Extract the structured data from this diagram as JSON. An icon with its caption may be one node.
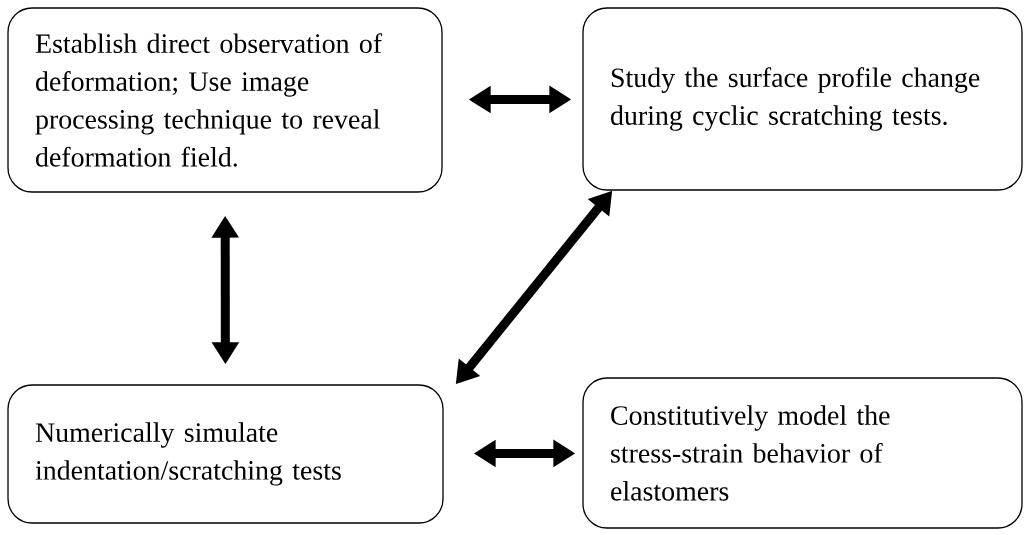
{
  "diagram": {
    "nodes": [
      {
        "text": [
          "Establish direct observation of deformation; Use image processing technique to reveal deformation field."
        ]
      },
      {
        "text": [
          "Study the surface profile change during cyclic scratching tests."
        ]
      },
      {
        "text": [
          "Numerically simulate indentation/scratching tests"
        ]
      },
      {
        "text": [
          "Constitutively model the stress-strain behavior of elastomers"
        ]
      }
    ],
    "edges": [
      {
        "from": 0,
        "to": 1,
        "arrow": "both"
      },
      {
        "from": 0,
        "to": 2,
        "arrow": "both"
      },
      {
        "from": 2,
        "to": 1,
        "arrow": "both"
      },
      {
        "from": 2,
        "to": 3,
        "arrow": "both"
      }
    ]
  }
}
